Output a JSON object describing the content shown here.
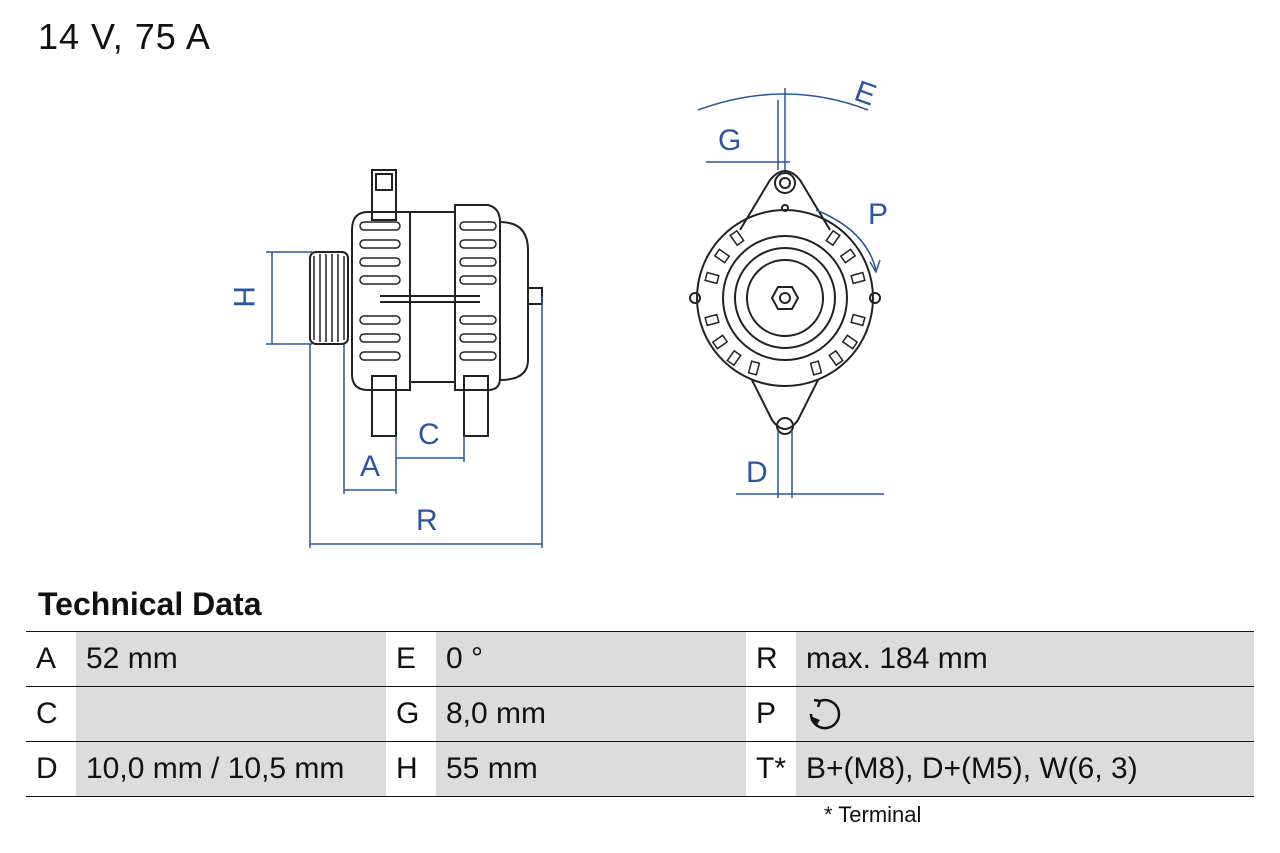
{
  "title": "14 V, 75 A",
  "diagram": {
    "labels": {
      "H": "H",
      "C": "C",
      "A": "A",
      "R": "R",
      "E": "E",
      "G": "G",
      "P": "P",
      "D": "D"
    },
    "colors": {
      "line": "#222222",
      "dimension": "#2a55a0"
    }
  },
  "section_title": "Technical Data",
  "table": {
    "rows": [
      [
        {
          "key": "A",
          "value": "52 mm"
        },
        {
          "key": "E",
          "value": "0 °"
        },
        {
          "key": "R",
          "value": "max. 184 mm"
        }
      ],
      [
        {
          "key": "C",
          "value": ""
        },
        {
          "key": "G",
          "value": "8,0 mm"
        },
        {
          "key": "P",
          "value": "",
          "icon": "clockwise-rotation-icon"
        }
      ],
      [
        {
          "key": "D",
          "value": "10,0 mm / 10,5 mm"
        },
        {
          "key": "H",
          "value": "55 mm"
        },
        {
          "key": "T*",
          "value": "B+(M8), D+(M5), W(6, 3)"
        }
      ]
    ]
  },
  "footnote": "* Terminal"
}
